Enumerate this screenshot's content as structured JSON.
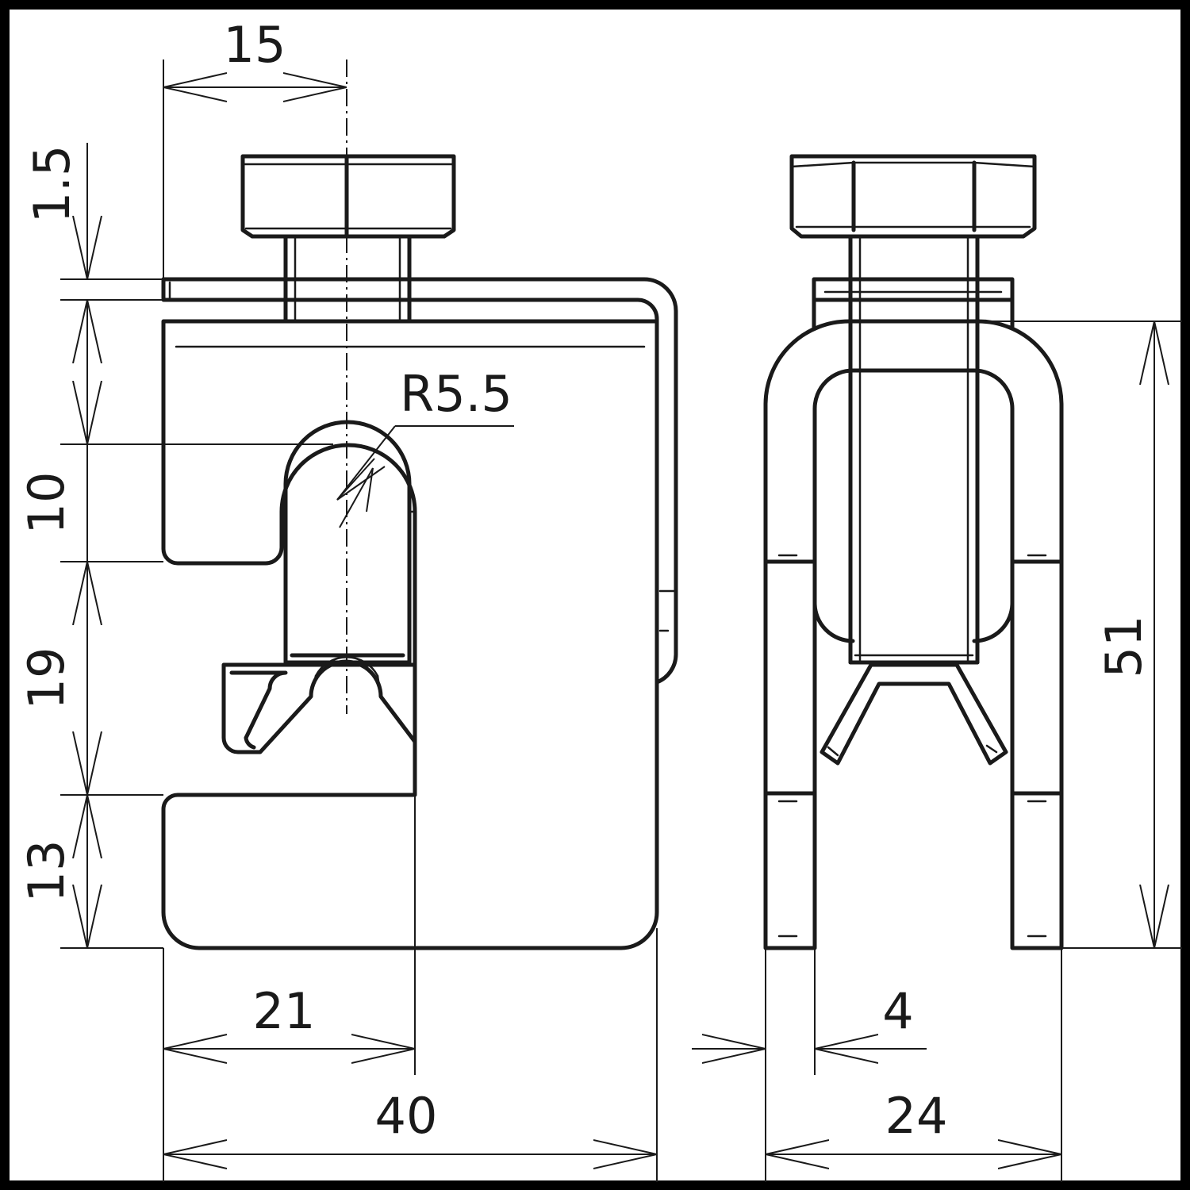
{
  "drawing": {
    "border_color": "#000000",
    "line_color": "#1a1a1a",
    "front_view": {
      "dim_top_width": "15",
      "dim_washer": "1.5",
      "dim_upper": "10",
      "dim_middle": "19",
      "dim_lower": "13",
      "dim_slot_radius": "R5.5",
      "dim_slot_width": "21",
      "dim_total_width": "40"
    },
    "side_view": {
      "dim_height": "51",
      "dim_leg_thickness": "4",
      "dim_total_width": "24"
    }
  }
}
